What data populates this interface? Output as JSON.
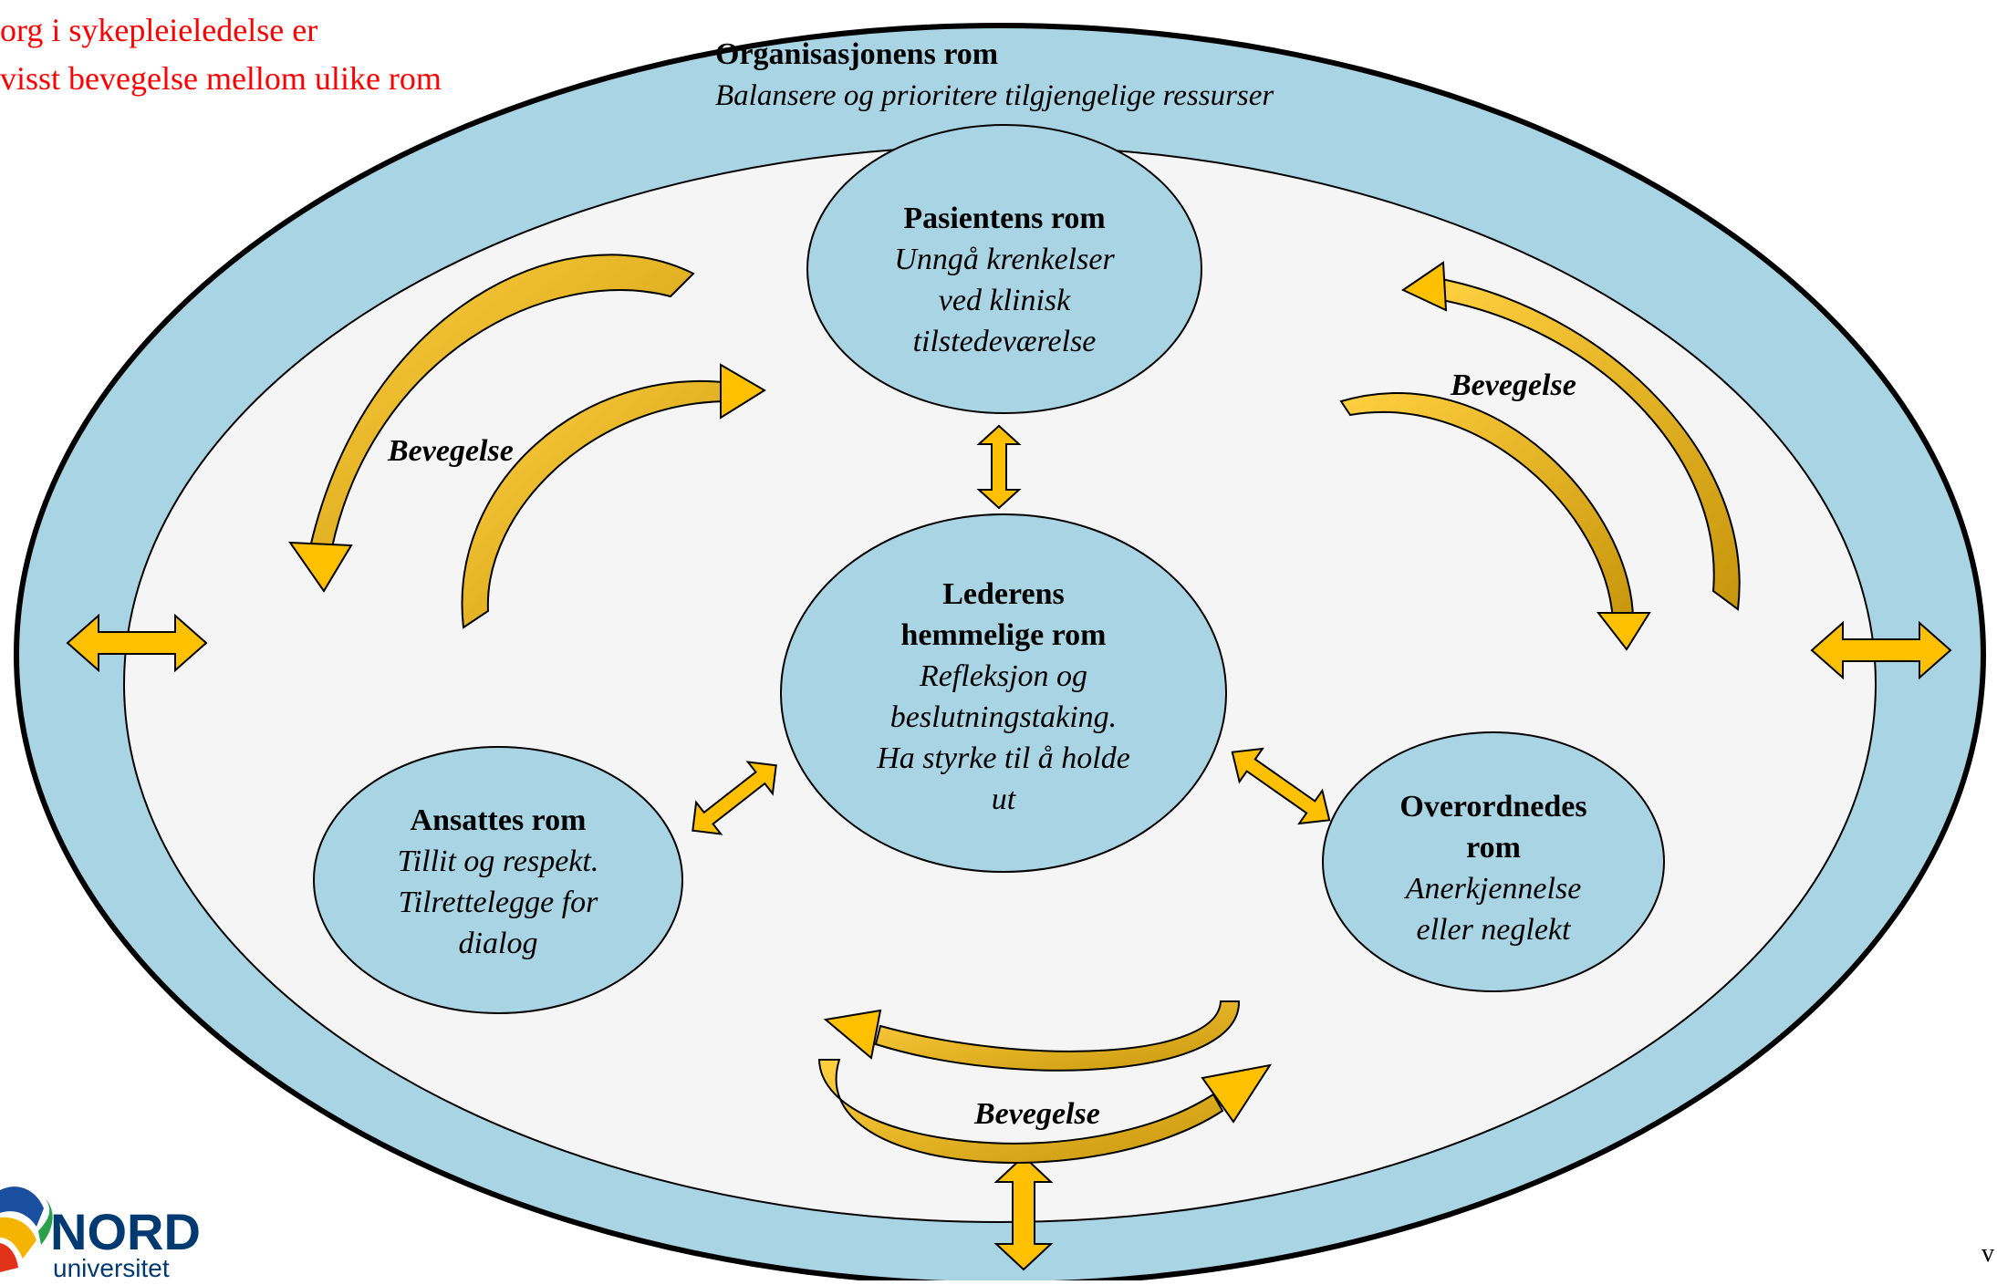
{
  "red_note": {
    "line1": "org i sykepleieledelse er",
    "line2": "visst bevegelse mellom ulike rom"
  },
  "organisation": {
    "title": "Organisasjonens rom",
    "subtitle": "Balansere og prioritere tilgjengelige ressurser"
  },
  "patient": {
    "title": "Pasientens rom",
    "lines": [
      "Unngå krenkelser",
      "ved klinisk",
      "tilstedeværelse"
    ]
  },
  "leader": {
    "title_lines": [
      "Lederens",
      "hemmelige rom"
    ],
    "lines": [
      "Refleksjon og",
      "beslutningstaking.",
      "Ha styrke til å holde",
      "ut"
    ]
  },
  "staff": {
    "title": "Ansattes rom",
    "lines": [
      "Tillit og respekt.",
      "Tilrettelegge for",
      "dialog"
    ]
  },
  "superior": {
    "title_lines": [
      "Overordnedes",
      "rom"
    ],
    "lines": [
      "Anerkjennelse",
      "eller neglekt"
    ]
  },
  "movement_labels": {
    "left": "Bevegelse",
    "right": "Bevegelse",
    "bottom": "Bevegelse"
  },
  "logo": {
    "name": "NORD",
    "sub": "universitet"
  },
  "corner_text": "v",
  "colors": {
    "outer_ring": "#a9d4e4",
    "inner_area": "#f5f5f5",
    "room_fill": "#a9d4e4",
    "arrow_fill": "#ffc000",
    "arrow_shade": "#c8960c",
    "red_text": "#ff0000"
  }
}
